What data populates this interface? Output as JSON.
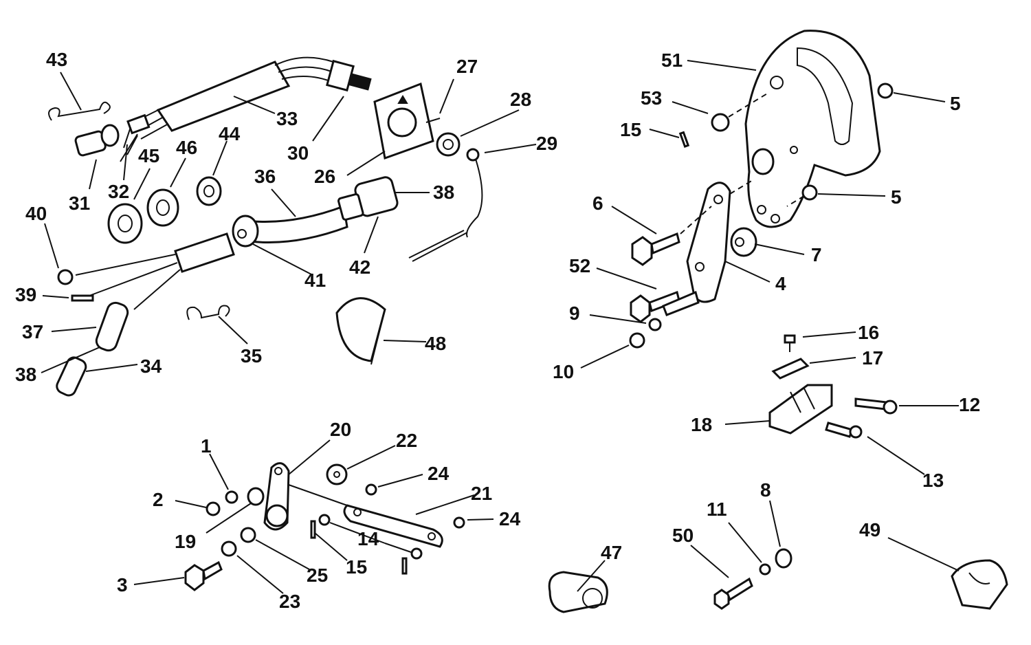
{
  "labels": {
    "p1": "1",
    "p2": "2",
    "p3": "3",
    "p4": "4",
    "p5a": "5",
    "p5b": "5",
    "p6": "6",
    "p7": "7",
    "p8": "8",
    "p9": "9",
    "p10": "10",
    "p11": "11",
    "p12": "12",
    "p13": "13",
    "p14": "14",
    "p15a": "15",
    "p15b": "15",
    "p16": "16",
    "p17": "17",
    "p18": "18",
    "p19": "19",
    "p20": "20",
    "p21": "21",
    "p22": "22",
    "p23": "23",
    "p24a": "24",
    "p24b": "24",
    "p25": "25",
    "p26": "26",
    "p27": "27",
    "p28": "28",
    "p29": "29",
    "p30": "30",
    "p31": "31",
    "p32": "32",
    "p33": "33",
    "p34": "34",
    "p35": "35",
    "p36": "36",
    "p37": "37",
    "p38a": "38",
    "p38b": "38",
    "p39": "39",
    "p40": "40",
    "p41": "41",
    "p42": "42",
    "p43": "43",
    "p44": "44",
    "p45": "45",
    "p46": "46",
    "p47": "47",
    "p48": "48",
    "p49": "49",
    "p50": "50",
    "p51": "51",
    "p52": "52",
    "p53": "53"
  }
}
